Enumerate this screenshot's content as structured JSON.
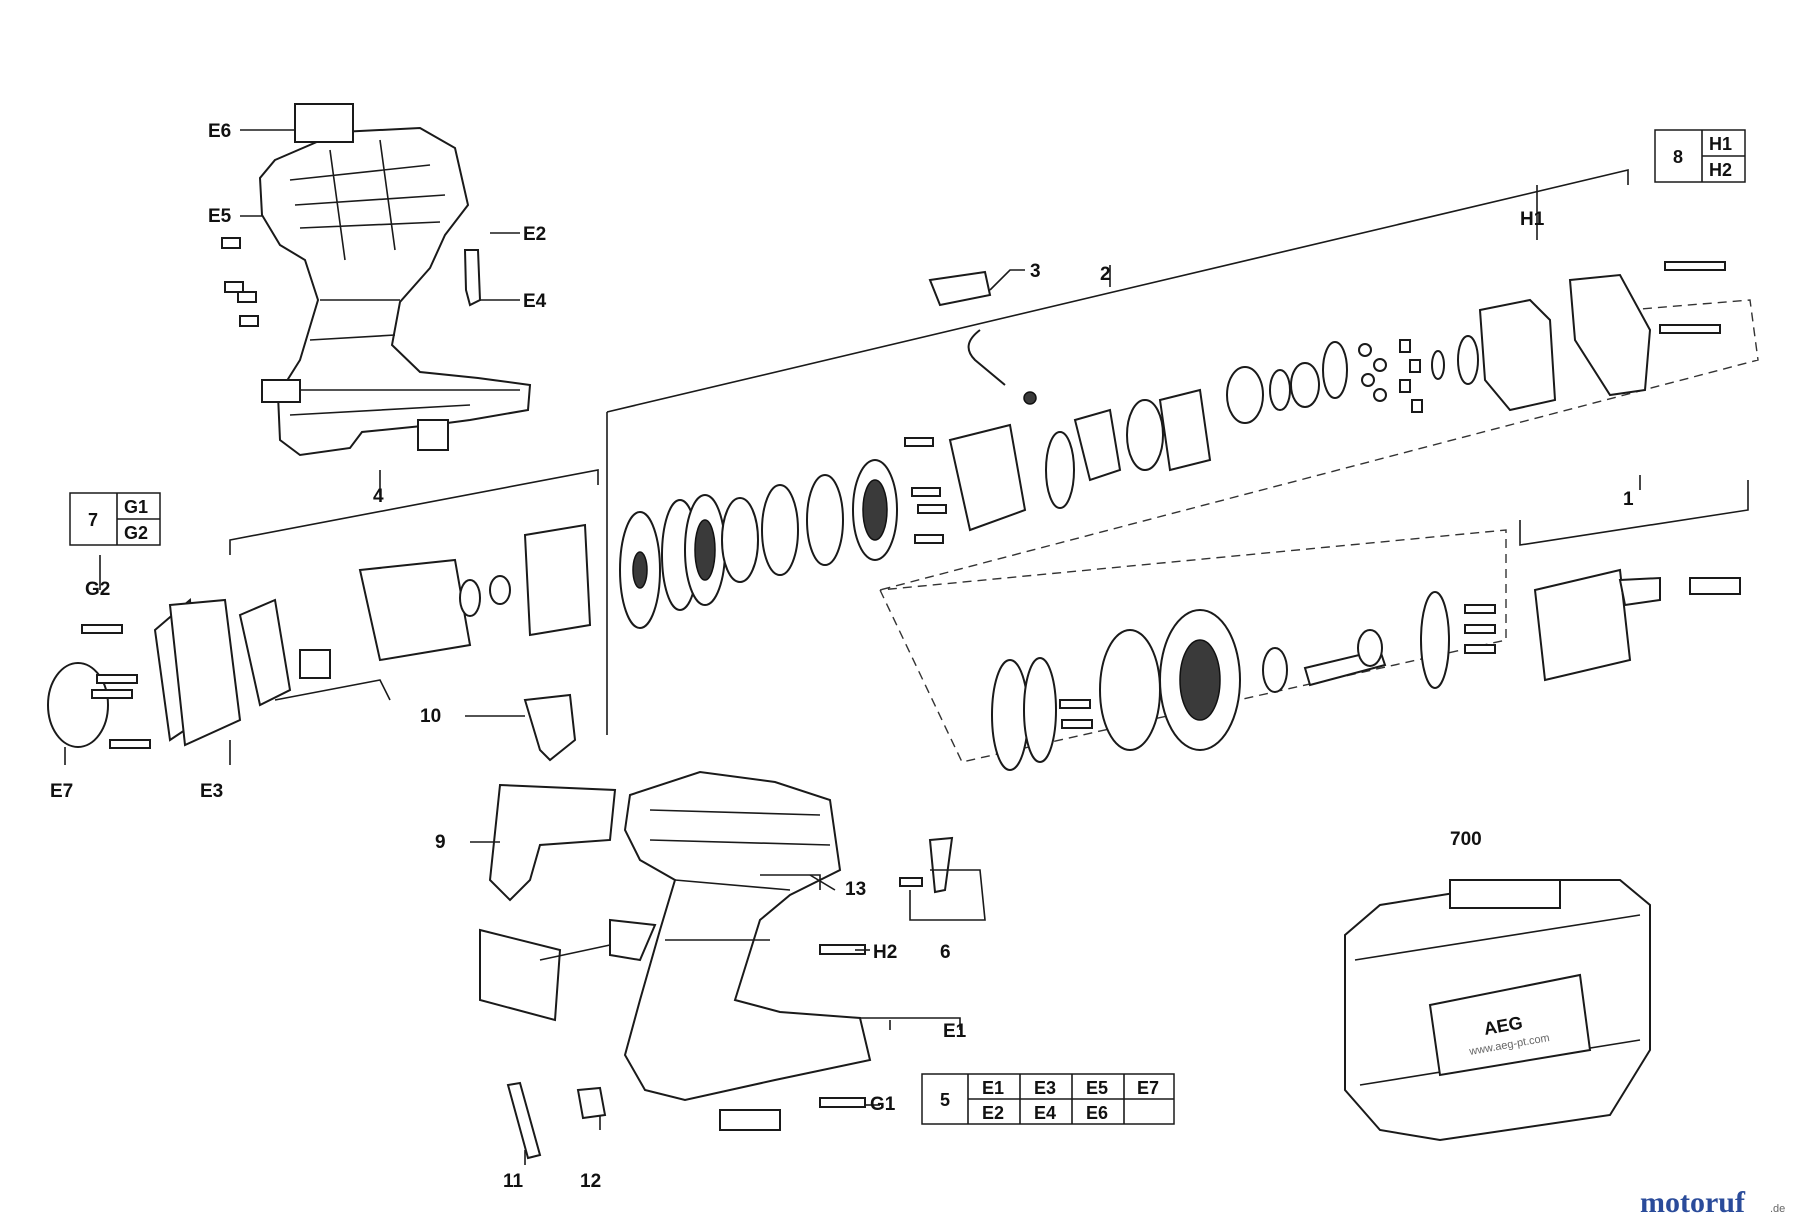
{
  "callouts": {
    "c1": "1",
    "c2": "2",
    "c3": "3",
    "c4": "4",
    "c6": "6",
    "c9": "9",
    "c10": "10",
    "c11": "11",
    "c12": "12",
    "c13": "13",
    "c700": "700",
    "E1": "E1",
    "E2": "E2",
    "E3": "E3",
    "E4": "E4",
    "E5": "E5",
    "E6": "E6",
    "E7": "E7",
    "G1": "G1",
    "G2": "G2",
    "H1": "H1",
    "H2": "H2"
  },
  "table7": {
    "num": "7",
    "rows": [
      "G1",
      "G2"
    ]
  },
  "table8": {
    "num": "8",
    "rows": [
      "H1",
      "H2"
    ]
  },
  "table5": {
    "num": "5",
    "row1": [
      "E1",
      "E3",
      "E5",
      "E7"
    ],
    "row2": [
      "E2",
      "E4",
      "E6",
      ""
    ]
  },
  "case_text": {
    "brand": "AEG",
    "url": "www.aeg-pt.com"
  },
  "watermark": {
    "text": "motoruf",
    "suffix": ".de",
    "colors": [
      "#2a4b9a",
      "#e08a1e",
      "#3a9a3a"
    ]
  }
}
